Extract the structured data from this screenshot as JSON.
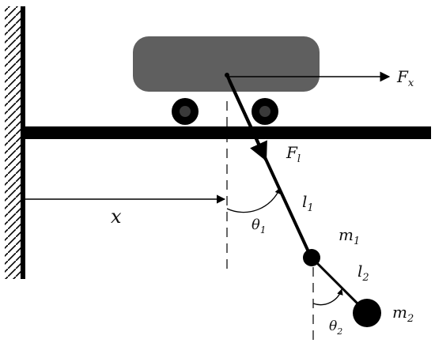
{
  "labels": {
    "force_x": "F",
    "force_x_sub": "x",
    "force_l": "F",
    "force_l_sub": "l",
    "position": "x",
    "angle1": "θ",
    "angle1_sub": "1",
    "angle2": "θ",
    "angle2_sub": "2",
    "length1": "l",
    "length1_sub": "1",
    "length2": "l",
    "length2_sub": "2",
    "mass1": "m",
    "mass1_sub": "1",
    "mass2": "m",
    "mass2_sub": "2"
  },
  "colors": {
    "cart": "#5f5f5f",
    "line": "#000000",
    "text": "#111111"
  }
}
